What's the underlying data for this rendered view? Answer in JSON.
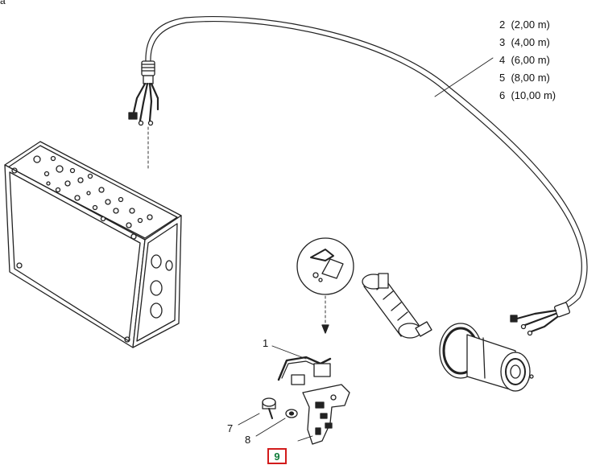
{
  "diagram": {
    "corner_label": "a",
    "cable_options": [
      {
        "number": "2",
        "length": "(2,00 m)"
      },
      {
        "number": "3",
        "length": "(4,00 m)"
      },
      {
        "number": "4",
        "length": "(6,00 m)"
      },
      {
        "number": "5",
        "length": "(8,00 m)"
      },
      {
        "number": "6",
        "length": "(10,00 m)"
      }
    ],
    "callouts": {
      "part_1": "1",
      "part_7": "7",
      "part_8": "8",
      "part_9": "9"
    },
    "highlight_color": "#d21b1b",
    "highlight_text_color": "#0f7d3a"
  }
}
